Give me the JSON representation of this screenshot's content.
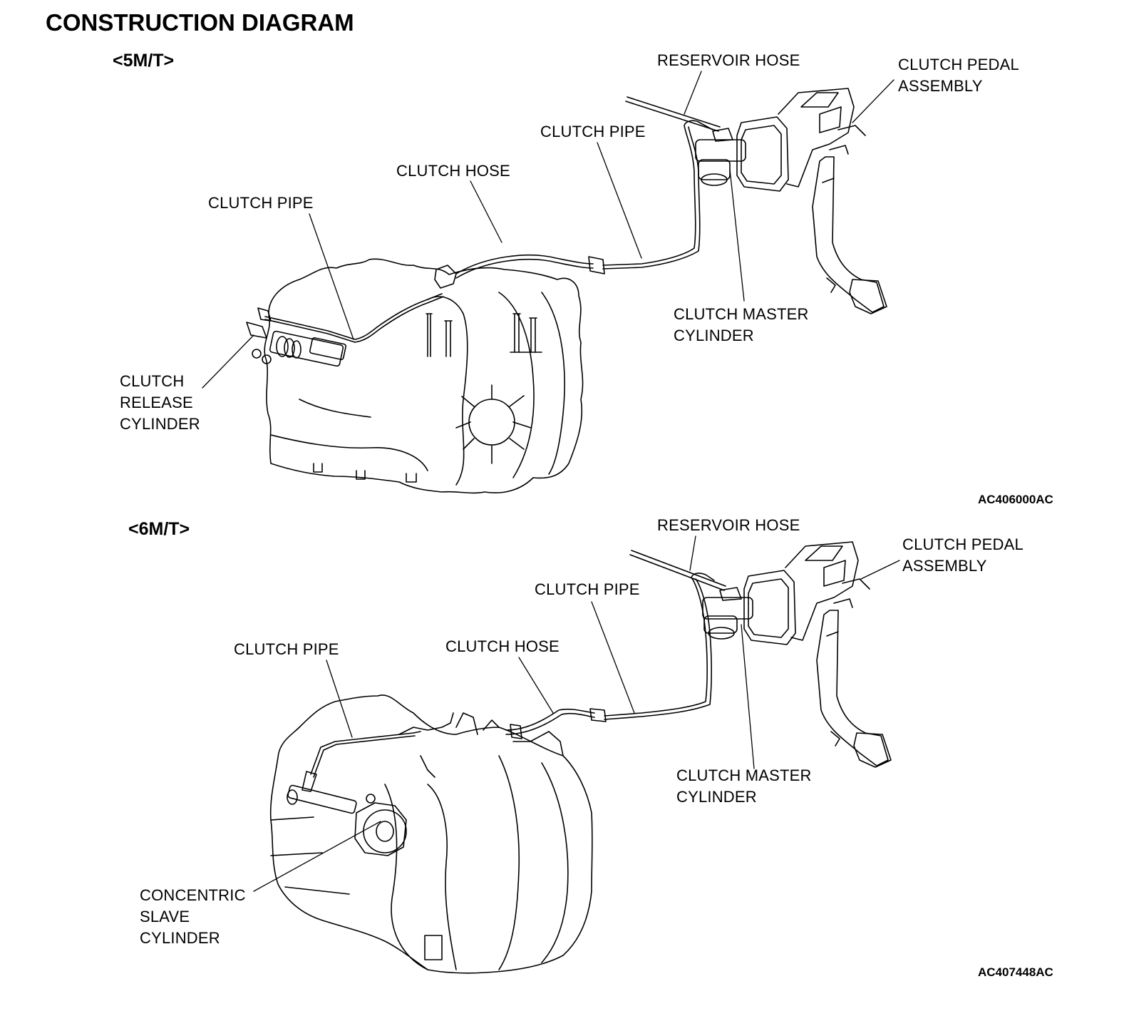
{
  "title": "CONSTRUCTION DIAGRAM",
  "sections": [
    {
      "variant": "<5M/T>",
      "labels": {
        "reservoir_hose": "RESERVOIR HOSE",
        "clutch_pedal_assembly": [
          "CLUTCH PEDAL",
          "ASSEMBLY"
        ],
        "clutch_pipe_upper": "CLUTCH PIPE",
        "clutch_hose": "CLUTCH HOSE",
        "clutch_pipe_lower": "CLUTCH PIPE",
        "clutch_master_cylinder": [
          "CLUTCH MASTER",
          "CYLINDER"
        ],
        "clutch_release_cylinder": [
          "CLUTCH",
          "RELEASE",
          "CYLINDER"
        ]
      },
      "figure_code": "AC406000AC"
    },
    {
      "variant": "<6M/T>",
      "labels": {
        "reservoir_hose": "RESERVOIR HOSE",
        "clutch_pedal_assembly": [
          "CLUTCH PEDAL",
          "ASSEMBLY"
        ],
        "clutch_pipe_upper": "CLUTCH PIPE",
        "clutch_pipe_lower": "CLUTCH PIPE",
        "clutch_hose": "CLUTCH HOSE",
        "clutch_master_cylinder": [
          "CLUTCH MASTER",
          "CYLINDER"
        ],
        "concentric_slave_cylinder": [
          "CONCENTRIC",
          "SLAVE",
          "CYLINDER"
        ]
      },
      "figure_code": "AC407448AC"
    }
  ]
}
